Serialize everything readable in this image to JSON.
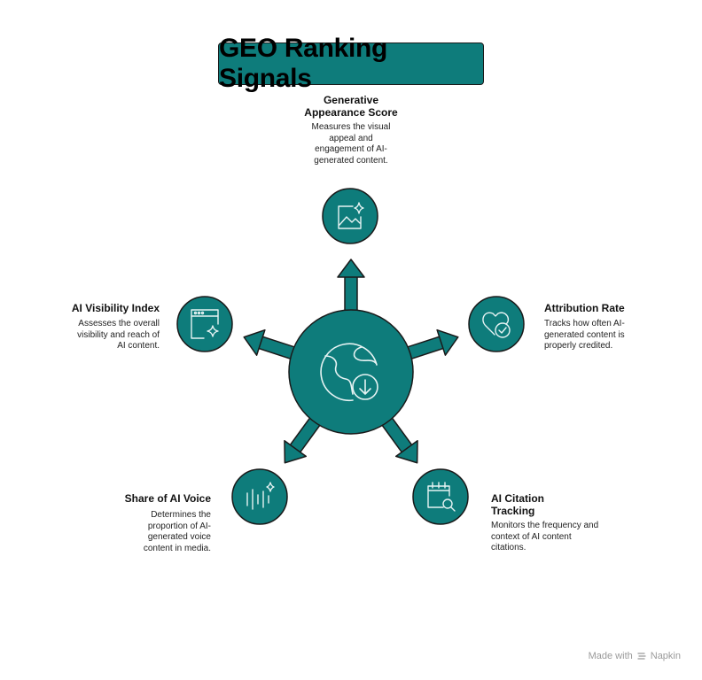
{
  "title": "GEO Ranking Signals",
  "colors": {
    "teal": "#0e7c7b",
    "outline": "#1a1a1a",
    "icon_stroke": "#e6f3f3"
  },
  "center": {
    "icon": "globe-download-icon"
  },
  "signals": [
    {
      "heading": "Generative Appearance Score",
      "description": "Measures the visual appeal and engagement of AI-generated content.",
      "icon": "image-sparkle-icon"
    },
    {
      "heading": "Attribution Rate",
      "description": "Tracks how often AI-generated content is properly credited.",
      "icon": "heart-check-icon"
    },
    {
      "heading": "AI Citation Tracking",
      "description": "Monitors the frequency and context of AI content citations.",
      "icon": "calendar-search-icon"
    },
    {
      "heading": "Share of AI Voice",
      "description": "Determines the proportion of AI-generated voice content in media.",
      "icon": "soundwave-sparkle-icon"
    },
    {
      "heading": "AI Visibility Index",
      "description": "Assesses the overall visibility and reach of AI content.",
      "icon": "browser-sparkle-icon"
    }
  ],
  "watermark": {
    "prefix": "Made with",
    "brand": "Napkin"
  }
}
